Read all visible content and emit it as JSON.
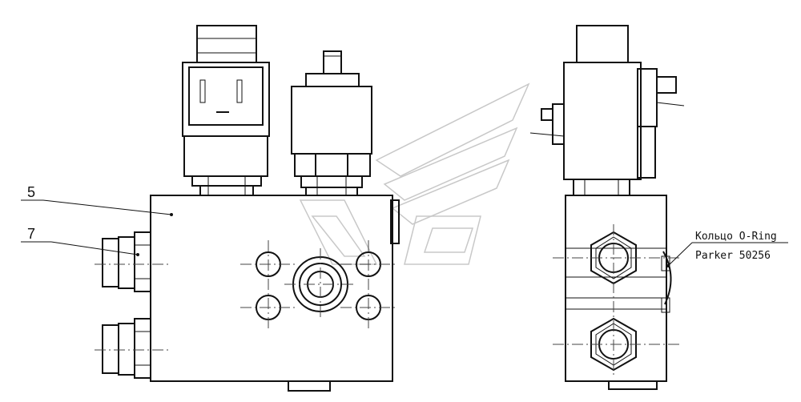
{
  "callouts": {
    "item_5": "5",
    "item_7": "7",
    "oring_line1": "Кольцо O-Ring",
    "oring_line2": "Parker 50256"
  }
}
